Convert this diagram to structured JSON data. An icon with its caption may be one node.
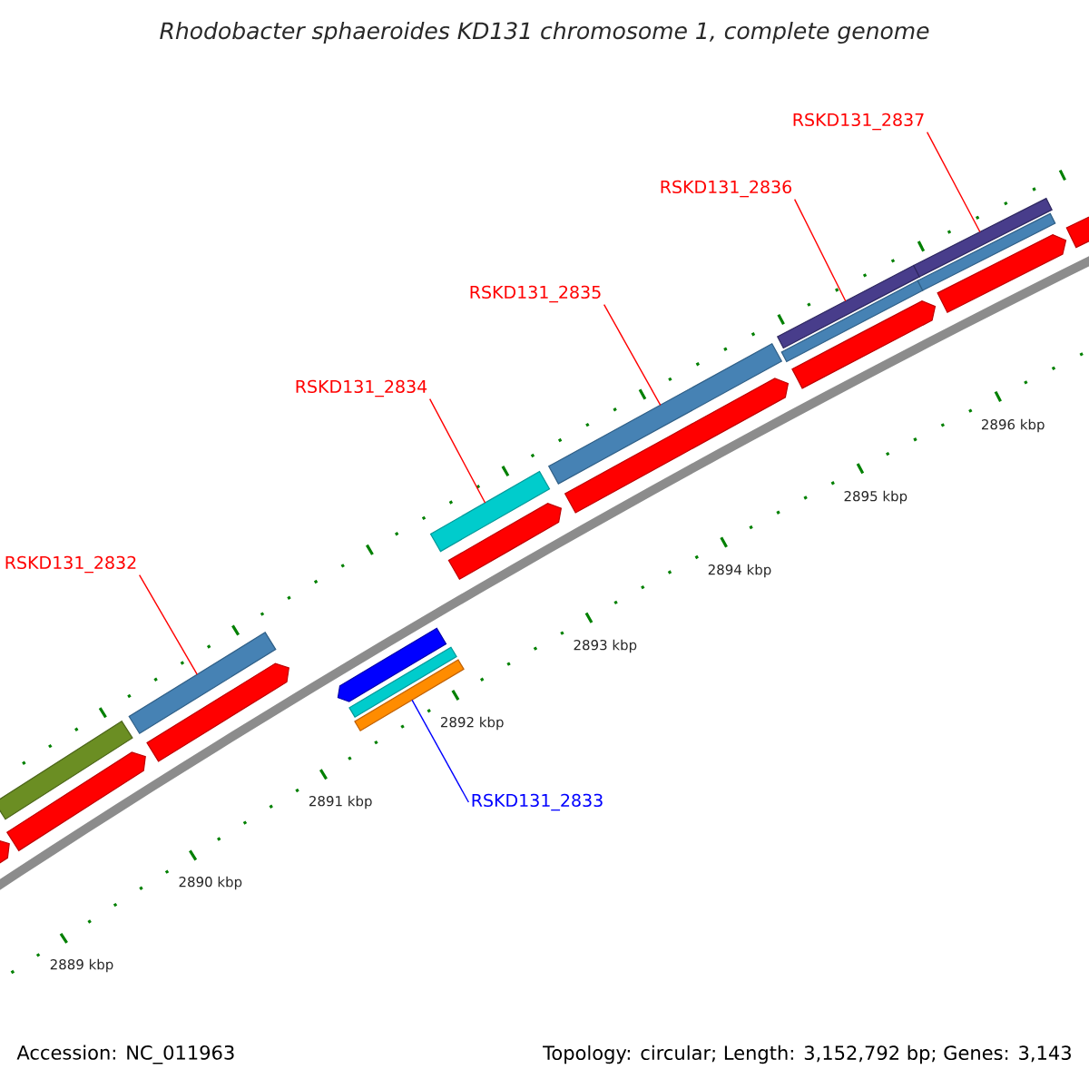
{
  "diagram": {
    "title": "Rhodobacter sphaeroides KD131 chromosome 1, complete genome",
    "nodes": [
      {
        "text": [
          "RSKD131_2837"
        ]
      },
      {
        "text": [
          "RSKD131_2836"
        ]
      },
      {
        "text": [
          "RSKD131_2835"
        ]
      },
      {
        "text": [
          "RSKD131_2834"
        ]
      },
      {
        "text": [
          "RSKD131_2832"
        ]
      },
      {
        "text": [
          "RSKD131_2833"
        ]
      },
      {
        "text": [],
        "shape": "bar"
      },
      {
        "text": [],
        "shape": "bar"
      },
      {
        "text": [],
        "shape": "bar"
      },
      {
        "text": [],
        "shape": "bar"
      },
      {
        "text": [],
        "shape": "bar"
      },
      {
        "text": [],
        "shape": "bar"
      },
      {
        "text": [],
        "shape": "bar"
      },
      {
        "text": [],
        "shape": "bar"
      },
      {
        "text": [],
        "shape": "bar"
      },
      {
        "text": [],
        "shape": "bar"
      },
      {
        "text": [],
        "shape": "bar"
      },
      {
        "text": [],
        "shape": "bar"
      },
      {
        "text": [],
        "shape": "bar"
      },
      {
        "text": [],
        "shape": "bar"
      },
      {
        "text": [],
        "shape": "bar"
      },
      {
        "text": [],
        "shape": "bar"
      },
      {
        "text": [],
        "shape": "bar"
      },
      {
        "text": [],
        "shape": "bar"
      },
      {
        "text": [],
        "shape": "bar"
      }
    ],
    "edges": [
      {
        "from": 0,
        "to": 21,
        "arrow": "none"
      },
      {
        "from": 1,
        "to": 18,
        "arrow": "none"
      },
      {
        "from": 2,
        "to": 16,
        "arrow": "none"
      },
      {
        "from": 3,
        "to": 14,
        "arrow": "none"
      },
      {
        "from": 4,
        "to": 9,
        "arrow": "none"
      },
      {
        "from": 5,
        "to": 13,
        "arrow": "none",
        "color": "#0000ff"
      }
    ],
    "labels": [
      "2889 kbp",
      "2890 kbp",
      "2891 kbp",
      "2892 kbp",
      "2893 kbp",
      "2894 kbp",
      "2895 kbp",
      "2896 kbp",
      "Accession: NC_011963",
      "Topology: circular; Length: 3,152,792 bp; Genes: 3,143"
    ]
  }
}
